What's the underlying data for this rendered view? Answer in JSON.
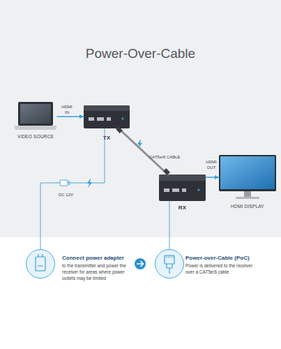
{
  "diagram": {
    "title": "Power-Over-Cable",
    "nodes": [
      {
        "text": [
          "VIDEO SOURCE"
        ]
      },
      {
        "text": [
          "TX"
        ]
      },
      {
        "text": [
          "RX"
        ]
      },
      {
        "text": [
          "HDMI DISPLAY"
        ]
      },
      {
        "text": [
          "Connect power adapter",
          "to the transmitter and power the receiver for areas where power outlets may be limited"
        ]
      },
      {
        "text": [
          "Power-over-Cable (PoC)",
          "Power is delivered to the receiver over a CAT5e/6 cable"
        ]
      }
    ],
    "edges": [
      {
        "from": 0,
        "to": 1,
        "label": "HDMI IN",
        "arrow": "to"
      },
      {
        "from": 1,
        "to": 2,
        "label": "CAT5e/6 CABLE",
        "arrow": "none"
      },
      {
        "from": 2,
        "to": 3,
        "label": "HDMI OUT",
        "arrow": "to"
      },
      {
        "from": 4,
        "to": 1,
        "label": "DC 12V",
        "arrow": "none"
      },
      {
        "from": 2,
        "to": 5,
        "arrow": "none"
      }
    ]
  }
}
